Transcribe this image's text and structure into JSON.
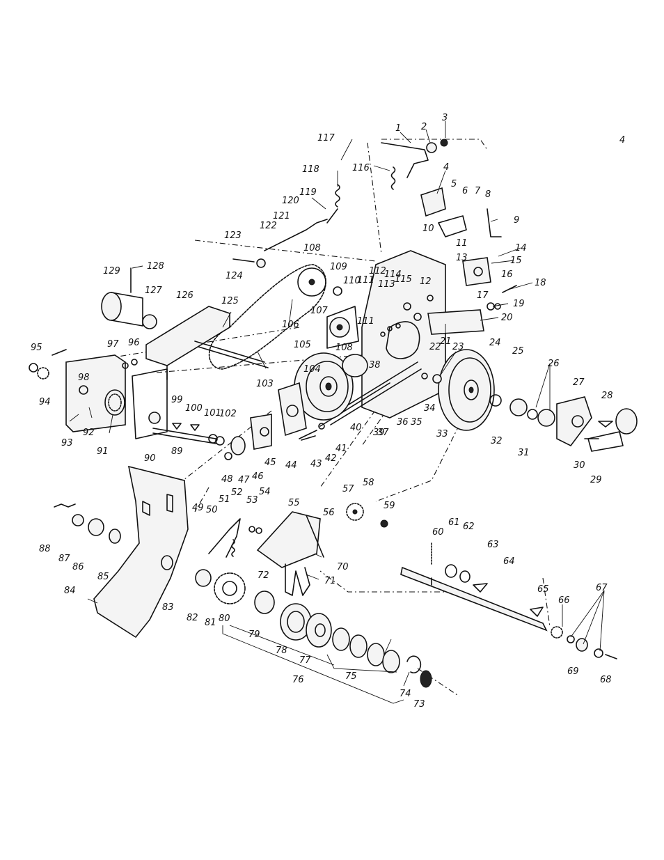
{
  "callouts": [
    {
      "n": "1"
    },
    {
      "n": "2"
    },
    {
      "n": "3"
    },
    {
      "n": "4"
    },
    {
      "n": "5"
    },
    {
      "n": "6"
    },
    {
      "n": "7"
    },
    {
      "n": "8"
    },
    {
      "n": "9"
    },
    {
      "n": "10"
    },
    {
      "n": "11"
    },
    {
      "n": "12"
    },
    {
      "n": "13"
    },
    {
      "n": "14"
    },
    {
      "n": "15"
    },
    {
      "n": "16"
    },
    {
      "n": "17"
    },
    {
      "n": "18"
    },
    {
      "n": "19"
    },
    {
      "n": "20"
    },
    {
      "n": "21"
    },
    {
      "n": "22"
    },
    {
      "n": "23"
    },
    {
      "n": "24"
    },
    {
      "n": "25"
    },
    {
      "n": "26"
    },
    {
      "n": "27"
    },
    {
      "n": "28"
    },
    {
      "n": "29"
    },
    {
      "n": "30"
    },
    {
      "n": "31"
    },
    {
      "n": "32"
    },
    {
      "n": "33"
    },
    {
      "n": "34"
    },
    {
      "n": "35"
    },
    {
      "n": "36"
    },
    {
      "n": "37"
    },
    {
      "n": "38"
    },
    {
      "n": "39"
    },
    {
      "n": "40"
    },
    {
      "n": "41"
    },
    {
      "n": "42"
    },
    {
      "n": "43"
    },
    {
      "n": "44"
    },
    {
      "n": "45"
    },
    {
      "n": "46"
    },
    {
      "n": "47"
    },
    {
      "n": "48"
    },
    {
      "n": "49"
    },
    {
      "n": "50"
    },
    {
      "n": "51"
    },
    {
      "n": "52"
    },
    {
      "n": "53"
    },
    {
      "n": "54"
    },
    {
      "n": "55"
    },
    {
      "n": "56"
    },
    {
      "n": "57"
    },
    {
      "n": "58"
    },
    {
      "n": "59"
    },
    {
      "n": "60"
    },
    {
      "n": "61"
    },
    {
      "n": "62"
    },
    {
      "n": "63"
    },
    {
      "n": "64"
    },
    {
      "n": "65"
    },
    {
      "n": "66"
    },
    {
      "n": "67"
    },
    {
      "n": "68"
    },
    {
      "n": "69"
    },
    {
      "n": "70"
    },
    {
      "n": "71"
    },
    {
      "n": "72"
    },
    {
      "n": "73"
    },
    {
      "n": "74"
    },
    {
      "n": "75"
    },
    {
      "n": "76"
    },
    {
      "n": "77"
    },
    {
      "n": "78"
    },
    {
      "n": "79"
    },
    {
      "n": "80"
    },
    {
      "n": "81"
    },
    {
      "n": "82"
    },
    {
      "n": "83"
    },
    {
      "n": "84"
    },
    {
      "n": "85"
    },
    {
      "n": "86"
    },
    {
      "n": "87"
    },
    {
      "n": "88"
    },
    {
      "n": "89"
    },
    {
      "n": "90"
    },
    {
      "n": "91"
    },
    {
      "n": "92"
    },
    {
      "n": "93"
    },
    {
      "n": "94"
    },
    {
      "n": "95"
    },
    {
      "n": "96"
    },
    {
      "n": "97"
    },
    {
      "n": "98"
    },
    {
      "n": "99"
    },
    {
      "n": "100"
    },
    {
      "n": "101"
    },
    {
      "n": "102"
    },
    {
      "n": "103"
    },
    {
      "n": "104"
    },
    {
      "n": "105"
    },
    {
      "n": "106"
    },
    {
      "n": "107"
    },
    {
      "n": "108"
    },
    {
      "n": "108"
    },
    {
      "n": "109"
    },
    {
      "n": "110"
    },
    {
      "n": "111"
    },
    {
      "n": "111"
    },
    {
      "n": "112"
    },
    {
      "n": "113"
    },
    {
      "n": "114"
    },
    {
      "n": "115"
    },
    {
      "n": "116"
    },
    {
      "n": "117"
    },
    {
      "n": "118"
    },
    {
      "n": "119"
    },
    {
      "n": "120"
    },
    {
      "n": "121"
    },
    {
      "n": "122"
    },
    {
      "n": "123"
    },
    {
      "n": "124"
    },
    {
      "n": "125"
    },
    {
      "n": "126"
    },
    {
      "n": "127"
    },
    {
      "n": "128"
    },
    {
      "n": "129"
    }
  ],
  "corner_mark": "4"
}
